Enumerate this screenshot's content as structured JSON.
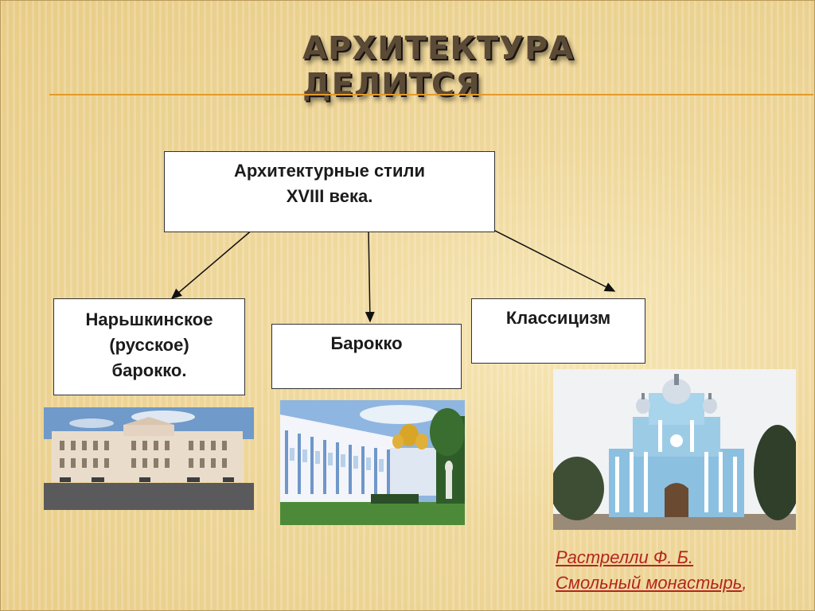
{
  "slide": {
    "title": "АРХИТЕКТУРА ДЕЛИТСЯ",
    "root": {
      "line1": "Архитектурные стили",
      "line2": "XVIII века."
    },
    "branches": {
      "naryshkin": {
        "line1": "Нарьшкинское",
        "line2": "(русское)",
        "line3": "барокко."
      },
      "baroque": {
        "label": "Барокко"
      },
      "classicism": {
        "label": "Классицизм"
      }
    },
    "caption": {
      "line1": "Растрелли Ф. Б.",
      "line2": "Смольный монастырь",
      "trailing": ","
    },
    "colors": {
      "accent_rule": "#e39a2a",
      "caption": "#b3261e",
      "title": "#5b4a36"
    }
  }
}
